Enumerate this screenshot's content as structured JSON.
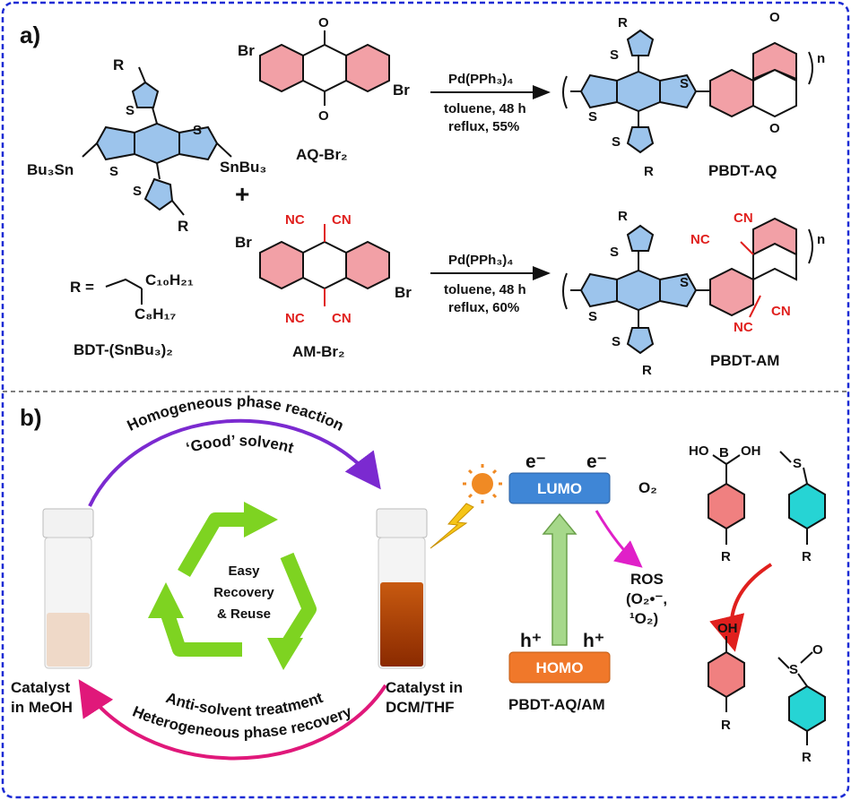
{
  "panel_a": {
    "label": "a)",
    "bdt": {
      "left_group": "Bu₃Sn",
      "right_group": "SnBu₃",
      "s": "S",
      "r": "R",
      "r_def_prefix": "R =",
      "r_def_chain_top": "C₁₀H₂₁",
      "r_def_chain_bottom": "C₈H₁₇",
      "name": "BDT-(SnBu₃)₂"
    },
    "plus": "+",
    "aq_monomer": {
      "br": "Br",
      "o": "O",
      "name": "AQ-Br₂"
    },
    "am_monomer": {
      "br": "Br",
      "nc": "NC",
      "cn": "CN",
      "name": "AM-Br₂"
    },
    "reaction_top": {
      "catalyst": "Pd(PPh₃)₄",
      "conditions_1": "toluene, 48 h",
      "conditions_2": "reflux, 55%"
    },
    "reaction_bottom": {
      "catalyst": "Pd(PPh₃)₄",
      "conditions_1": "toluene, 48 h",
      "conditions_2": "reflux, 60%"
    },
    "product_top": {
      "name": "PBDT-AQ",
      "n": "n"
    },
    "product_bottom": {
      "name": "PBDT-AM",
      "n": "n"
    }
  },
  "panel_b": {
    "label": "b)",
    "top_arc_text_1": "Homogeneous phase reaction",
    "top_arc_text_2": "‘Good’ solvent",
    "bottom_arc_text_1": "Anti-solvent treatment",
    "bottom_arc_text_2": "Heterogeneous phase recovery",
    "vial_left_caption_1": "Catalyst",
    "vial_left_caption_2": "in MeOH",
    "vial_right_caption_1": "Catalyst in",
    "vial_right_caption_2": "DCM/THF",
    "recycle_text_1": "Easy",
    "recycle_text_2": "Recovery",
    "recycle_text_3": "& Reuse",
    "lumo": "LUMO",
    "homo": "HOMO",
    "electron": "e⁻",
    "hole": "h⁺",
    "o2": "O₂",
    "ros_1": "ROS",
    "ros_2": "(O₂•⁻,",
    "ros_3": "¹O₂)",
    "polymer_label": "PBDT-AQ/AM",
    "boronic": {
      "ho": "HO",
      "b": "B",
      "oh": "OH",
      "r": "R"
    },
    "sulfide": {
      "s": "S",
      "r": "R"
    },
    "phenol": {
      "oh": "OH",
      "r": "R"
    },
    "sulfoxide": {
      "s": "S",
      "o": "O",
      "r": "R"
    },
    "colors": {
      "border": "#1c2bd4",
      "lumo": "#3f86d6",
      "homo": "#f0782a",
      "arc_top": "#7b2ad0",
      "arc_bottom": "#e0187a",
      "recycle": "#7ed321",
      "ring_red": "#f08080",
      "ring_cyan": "#26d4d4"
    }
  }
}
